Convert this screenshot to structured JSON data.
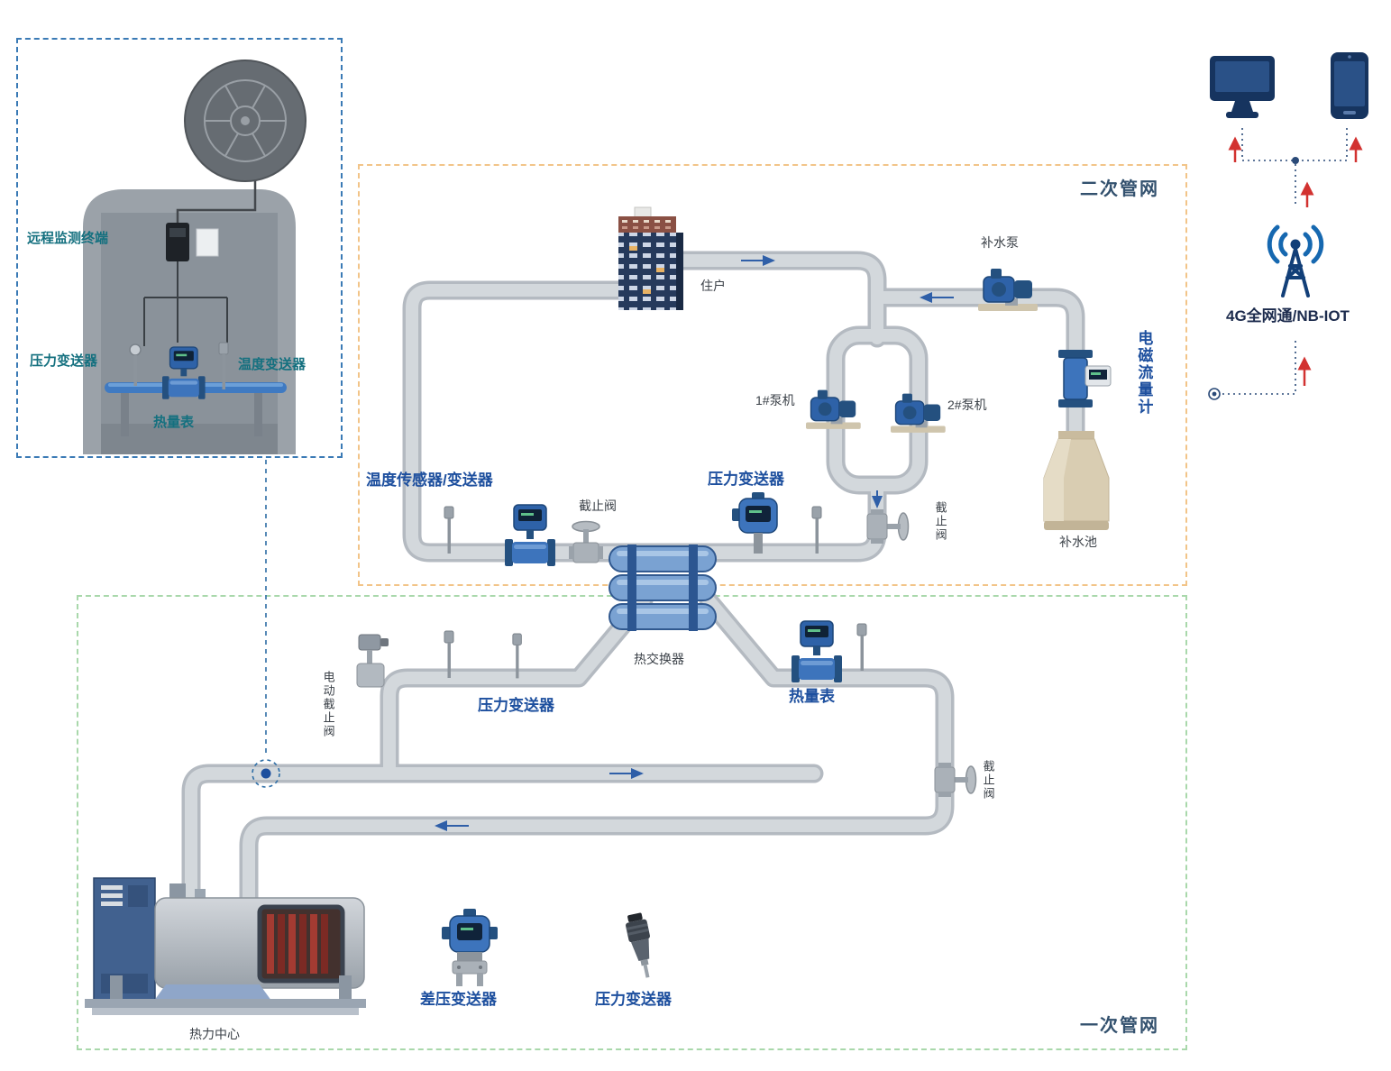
{
  "palette": {
    "pipe": "#d3d8dc",
    "pipe_shadow": "#b4bac1",
    "accent_blue": "#1d4f9e",
    "flow_arrow_blue": "#2f5fa8",
    "teal_label": "#14707f",
    "dark_label": "#3b4148",
    "box_title": "#33516e",
    "detail_box_border": "#3a7ab5",
    "secondary_box_border": "#f2c488",
    "primary_box_border": "#a9d8ab",
    "device_blue": "#3d74bc",
    "device_dark_blue": "#24507f",
    "red_arrow": "#d23230",
    "navy_icon": "#16345f",
    "tank_beige": "#d9cdb2"
  },
  "detail_box": {
    "terminal_label": "远程监测终端",
    "pressure_label": "压力变送器",
    "temperature_label": "温度变送器",
    "heat_meter_label": "热量表"
  },
  "secondary_network": {
    "title": "二次管网",
    "resident_label": "住户",
    "makeup_pump_label": "补水泵",
    "em_flowmeter_label": "电磁流量计",
    "pump1_label": "1#泵机",
    "pump2_label": "2#泵机",
    "temp_sensor_label": "温度传感器/变送器",
    "stop_valve_label": "截止阀",
    "pressure_transmitter_label": "压力变送器",
    "stop_valve_right_label": "截止阀",
    "makeup_tank_label": "补水池"
  },
  "primary_network": {
    "title": "一次管网",
    "heat_exchanger_label": "热交换器",
    "electric_stop_valve_label": "电动截止阀",
    "pressure_transmitter_label": "压力变送器",
    "heat_meter_label": "热量表",
    "stop_valve_label": "截止阀",
    "heating_center_label": "热力中心",
    "dp_transmitter_label": "差压变送器",
    "pressure_sensor_label": "压力变送器"
  },
  "remote": {
    "network_label": "4G全网通/NB-IOT"
  },
  "icons": {
    "desktop": "desktop-monitor-icon",
    "phone": "smartphone-icon",
    "antenna": "signal-tower-icon",
    "building": "residential-building-icon",
    "pump": "water-pump-icon",
    "flowmeter": "flowmeter-with-display-icon",
    "em_flowmeter": "electromagnetic-flowmeter-icon",
    "pressure_transmitter": "pressure-transmitter-icon",
    "dp_transmitter": "differential-pressure-transmitter-icon",
    "valve": "stop-valve-icon",
    "electric_valve": "electric-stop-valve-icon",
    "temp_stem": "temperature-probe-icon",
    "tank": "water-tank-icon",
    "heat_exchanger": "heat-exchanger-icon",
    "boiler": "heating-plant-icon",
    "disc": "tank-top-view-icon",
    "rtu": "remote-terminal-unit-icon",
    "junction": "pipe-junction-marker-icon"
  }
}
